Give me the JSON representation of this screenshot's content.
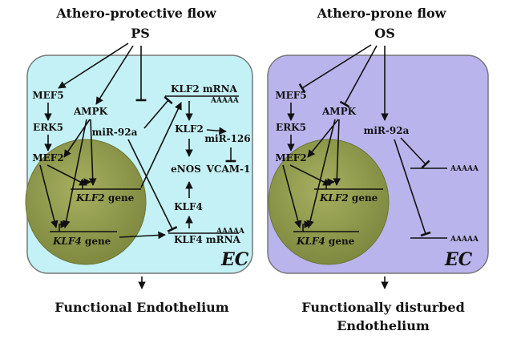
{
  "left": {
    "title": "Athero-protective flow",
    "stimulus": "PS",
    "cell_label": "EC",
    "nodes": {
      "mef5": "MEF5",
      "erk5": "ERK5",
      "mef2": "MEF2",
      "ampk": "AMPK",
      "mir92a": "miR-92a",
      "klf2_mrna": "KLF2 mRNA",
      "klf2_polya": "AAAAA",
      "klf2": "KLF2",
      "mir126": "miR-126",
      "vcam1": "VCAM-1",
      "enos": "eNOS",
      "klf4": "KLF4",
      "klf4_mrna": "KLF4 mRNA",
      "klf4_polya": "AAAAA",
      "klf2_gene_name": "KLF2",
      "klf2_gene_word": " gene",
      "klf4_gene_name": "KLF4",
      "klf4_gene_word": " gene"
    },
    "outcome": "Functional Endothelium",
    "colors": {
      "cell_fill": "#c4f1f5",
      "nucleus": "#8e9a4e"
    }
  },
  "right": {
    "title": "Athero-prone flow",
    "stimulus": "OS",
    "cell_label": "EC",
    "nodes": {
      "mef5": "MEF5",
      "erk5": "ERK5",
      "mef2": "MEF2",
      "ampk": "AMPK",
      "mir92a": "miR-92a",
      "polya_1": "AAAAA",
      "polya_2": "AAAAA",
      "klf2_gene_name": "KLF2",
      "klf2_gene_word": " gene",
      "klf4_gene_name": "KLF4",
      "klf4_gene_word": " gene"
    },
    "outcome_line1": "Functionally disturbed",
    "outcome_line2": "Endothelium",
    "colors": {
      "cell_fill": "#b9b4ec",
      "nucleus": "#8e9a4e"
    }
  }
}
